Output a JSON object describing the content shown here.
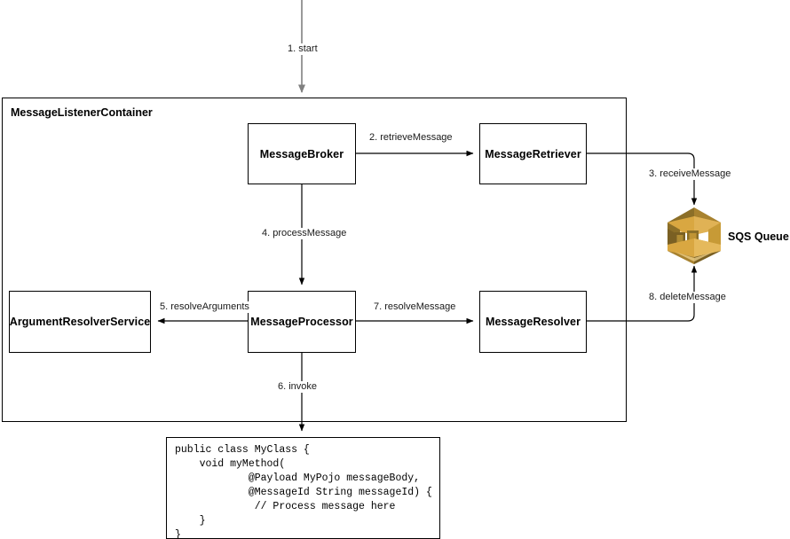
{
  "diagram": {
    "title": "MessageListenerContainer",
    "container": {
      "label": "MessageListenerContainer"
    },
    "nodes": [
      {
        "id": "broker",
        "label": "MessageBroker"
      },
      {
        "id": "retriever",
        "label": "MessageRetriever"
      },
      {
        "id": "argres",
        "label": "ArgumentResolverService"
      },
      {
        "id": "processor",
        "label": "MessageProcessor"
      },
      {
        "id": "resolver",
        "label": "MessageResolver"
      }
    ],
    "external": {
      "sqs_label": "SQS Queue",
      "sqs_icon": "aws-sqs-icon"
    },
    "edges": [
      {
        "id": "e1",
        "label": "1. start",
        "from": "external-start",
        "to": "container"
      },
      {
        "id": "e2",
        "label": "2. retrieveMessage",
        "from": "broker",
        "to": "retriever"
      },
      {
        "id": "e3",
        "label": "3. receiveMessage",
        "from": "retriever",
        "to": "sqs"
      },
      {
        "id": "e4",
        "label": "4. processMessage",
        "from": "broker",
        "to": "processor"
      },
      {
        "id": "e5",
        "label": "5. resolveArguments",
        "from": "processor",
        "to": "argres"
      },
      {
        "id": "e6",
        "label": "6. invoke",
        "from": "processor",
        "to": "code"
      },
      {
        "id": "e7",
        "label": "7. resolveMessage",
        "from": "processor",
        "to": "resolver"
      },
      {
        "id": "e8",
        "label": "8. deleteMessage",
        "from": "resolver",
        "to": "sqs"
      }
    ],
    "code_block": {
      "lines": [
        "public class MyClass {",
        "    void myMethod(",
        "            @Payload MyPojo messageBody,",
        "            @MessageId String messageId) {",
        "             // Process message here",
        "    }",
        "}"
      ],
      "text": "public class MyClass {\n    void myMethod(\n            @Payload MyPojo messageBody,\n            @MessageId String messageId) {\n             // Process message here\n    }\n}"
    },
    "colors": {
      "stroke": "#000000",
      "start_arrow": "#808080",
      "sqs_gold_light": "#E5B95C",
      "sqs_gold_mid": "#D9A741",
      "sqs_gold_dark": "#8C6F28",
      "sqs_gold_darker": "#7A6023",
      "background": "#FFFFFF",
      "text": "#000000"
    }
  }
}
